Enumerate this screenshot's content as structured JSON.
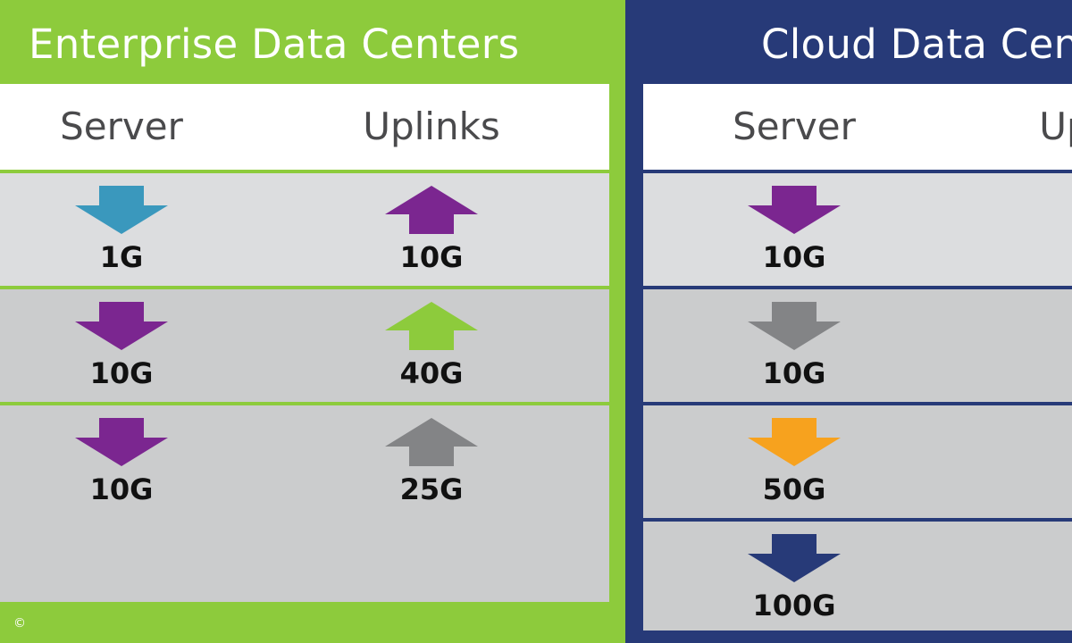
{
  "enterprise": {
    "title": "Enterprise Data Centers",
    "headers": {
      "server": "Server",
      "uplinks": "Uplinks"
    },
    "rows": [
      {
        "server": {
          "speed": "1G",
          "color": "#3a98bd"
        },
        "uplink": {
          "speed": "10G",
          "color": "#7b2690"
        }
      },
      {
        "server": {
          "speed": "10G",
          "color": "#7b2690"
        },
        "uplink": {
          "speed": "40G",
          "color": "#8dcb3c"
        }
      },
      {
        "server": {
          "speed": "10G",
          "color": "#7b2690"
        },
        "uplink": {
          "speed": "25G",
          "color": "#838486"
        }
      }
    ]
  },
  "cloud": {
    "title": "Cloud Data Centers",
    "headers": {
      "server": "Server",
      "uplinks": "Uplinks"
    },
    "rows": [
      {
        "server": {
          "speed": "10G",
          "color": "#7b2690"
        }
      },
      {
        "server": {
          "speed": "10G",
          "color": "#838486"
        }
      },
      {
        "server": {
          "speed": "50G",
          "color": "#f7a21e"
        }
      },
      {
        "server": {
          "speed": "100G",
          "color": "#273a78"
        }
      }
    ]
  },
  "colors": {
    "enterprise_accent": "#8dcb3c",
    "cloud_accent": "#273a78",
    "row_light": "#dcdddf",
    "row_dark": "#cbcccd"
  },
  "copyright_symbol": "©"
}
